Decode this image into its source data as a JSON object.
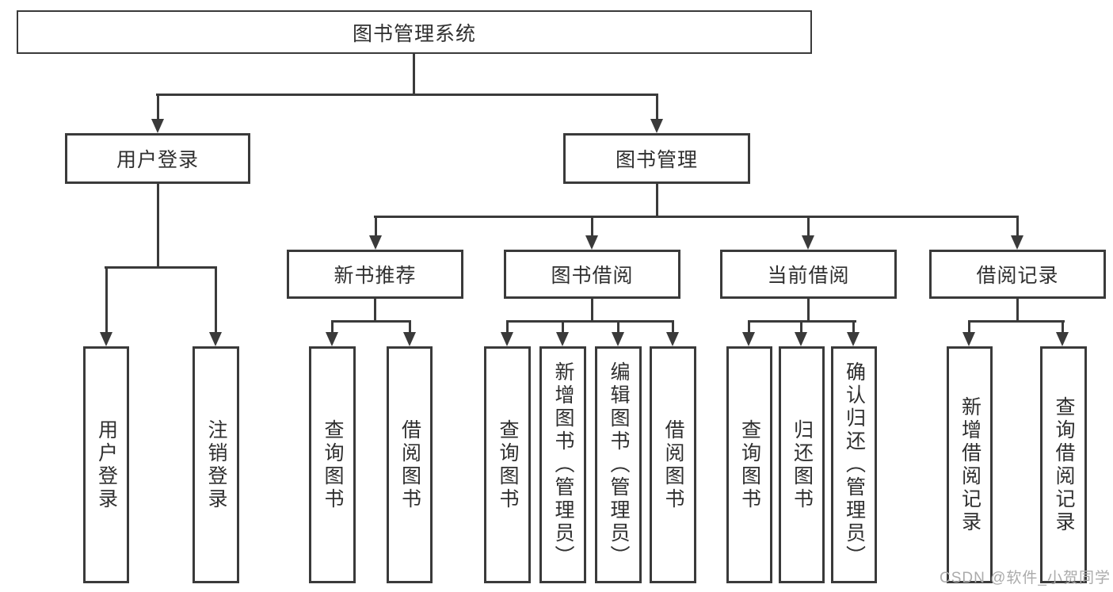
{
  "colors": {
    "line": "#3a3a3a",
    "text": "#2f2f2f",
    "watermark": "#ababab",
    "background": "#ffffff"
  },
  "tree": {
    "root": {
      "label": "图书管理系统"
    },
    "branches": [
      {
        "label": "用户登录",
        "children": [
          {
            "label": "用户登录"
          },
          {
            "label": "注销登录"
          }
        ]
      },
      {
        "label": "图书管理",
        "children": [
          {
            "label": "新书推荐",
            "children": [
              {
                "label": "查询图书"
              },
              {
                "label": "借阅图书"
              }
            ]
          },
          {
            "label": "图书借阅",
            "children": [
              {
                "label": "查询图书"
              },
              {
                "label": "新增图书（管理员）"
              },
              {
                "label": "编辑图书（管理员）"
              },
              {
                "label": "借阅图书"
              }
            ]
          },
          {
            "label": "当前借阅",
            "children": [
              {
                "label": "查询图书"
              },
              {
                "label": "归还图书"
              },
              {
                "label": "确认归还（管理员）"
              }
            ]
          },
          {
            "label": "借阅记录",
            "children": [
              {
                "label": "新增借阅记录"
              },
              {
                "label": "查询借阅记录"
              }
            ]
          }
        ]
      }
    ]
  },
  "watermark": {
    "text": "CSDN @软件_小贺同学"
  }
}
